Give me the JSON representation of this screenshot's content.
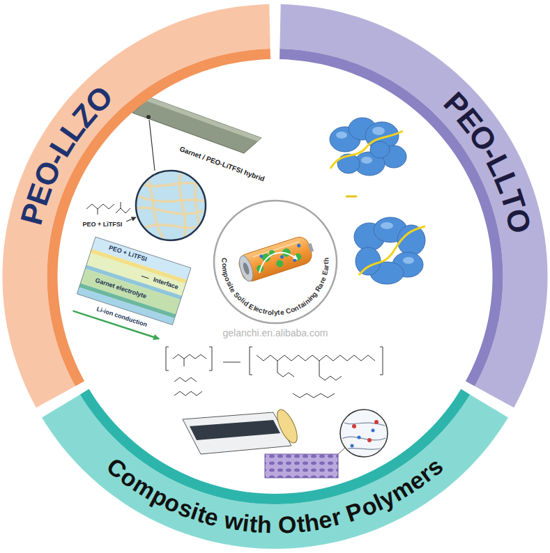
{
  "diagram": {
    "nodes": [
      {
        "text": [
          "PEO-LLZO"
        ]
      },
      {
        "text": [
          "PEO-LLTO"
        ]
      },
      {
        "text": [
          "Composite with Other Polymers"
        ]
      },
      {
        "text": [
          "Composite Solid Electrolyte Containing Rare Earth"
        ]
      }
    ],
    "labels": [
      "Garnet / PEO-LiTFSI hybrid",
      "PEO + LiTFSI",
      "PEO + LiTFSI",
      "Garnet electrolyte",
      "Interface",
      "Li-ion conduction",
      "gelanchi.en.alibaba.com"
    ]
  }
}
